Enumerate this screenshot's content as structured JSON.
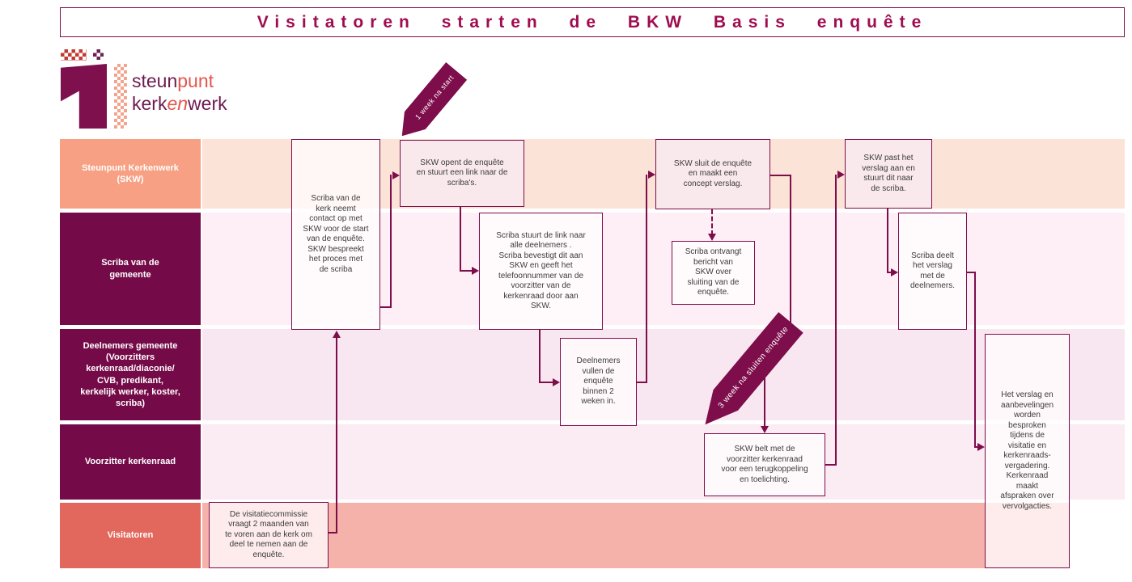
{
  "header": {
    "title": "Visitatoren starten de BKW Basis enquête"
  },
  "logo": {
    "steun": "steun",
    "punt": "punt",
    "kerk": "kerk",
    "en": "en",
    "werk": "werk"
  },
  "lanes": [
    {
      "label": "Steunpunt Kerkenwerk\n(SKW)"
    },
    {
      "label": "Scriba van de\ngemeente"
    },
    {
      "label": "Deelnemers gemeente\n(Voorzitters\nkerkenraad/diaconie/\nCVB, predikant,\nkerkelijk werker, koster,\nscriba)"
    },
    {
      "label": "Voorzitter kerkenraad"
    },
    {
      "label": "Visitatoren"
    }
  ],
  "banners": {
    "week1": "1 week na start",
    "week3": "3 week na sluiten enquête"
  },
  "boxes": {
    "scriba_contact": "Scriba van de\nkerk neemt\ncontact op met\nSKW voor de start\nvan de enquête.\nSKW bespreekt\nhet proces met\nde scriba",
    "skw_opent": "SKW opent de enquête\nen stuurt een link naar de\nscriba's.",
    "scriba_stuurt": "Scriba stuurt de link naar\nalle deelnemers .\nScriba bevestigt dit aan\nSKW en geeft het\ntelefoonnummer van de\nvoorzitter van de\nkerkenraad door aan\nSKW.",
    "deelnemers_vullen": "Deelnemers\nvullen de\nenquête\nbinnen 2\nweken in.",
    "skw_sluit": "SKW sluit de enquête\nen maakt een\nconcept verslag.",
    "scriba_ontvangt": "Scriba ontvangt\nbericht van\nSKW over\nsluiting van de\nenquête.",
    "skw_belt": "SKW belt met de\nvoorzitter kerkenraad\nvoor een terugkoppeling\nen toelichting.",
    "skw_past": "SKW past het\nverslag aan en\nstuurt dit naar\nde scriba.",
    "scriba_deelt": "Scriba deelt\nhet verslag\nmet de\ndeelnemers.",
    "verslag_besproken": "Het verslag en\naanbevelingen\nworden\nbesproken\ntijdens de\nvisitatie en\nkerkenraads-\nvergadering.\nKerkenraad\nmaakt\nafspraken over\nvervolgacties.",
    "visitatiecommissie": "De visitatiecommissie\nvraagt 2 maanden van\nte voren aan de kerk om\ndeel te nemen aan de\nenquête."
  },
  "colors": {
    "maroon": "#7E0D4B",
    "title_text": "#A00C50",
    "header_salmon": "#F7A083",
    "header_maroon": "#740B48",
    "header_coral": "#E2685D",
    "lane1_bg": "#FBE4D7",
    "lane2_bg": "#FDEFF5",
    "lane3_bg": "#F8E7F0",
    "lane4_bg": "#FBEBF2",
    "lane5_bg": "#F4B2AA",
    "logo_red": "#C23B30",
    "logo_coral": "#E4564D",
    "logo_purple": "#6E1A50"
  }
}
